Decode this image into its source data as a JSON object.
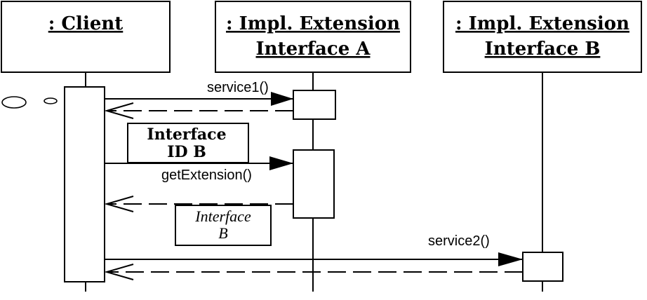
{
  "lifelines": [
    {
      "name": "client",
      "line1": ": Client",
      "line2": ""
    },
    {
      "name": "ext-a",
      "line1": ": Impl. Extension",
      "line2": "Interface A"
    },
    {
      "name": "ext-b",
      "line1": ": Impl. Extension",
      "line2": "Interface B"
    }
  ],
  "messages": {
    "service1": "service1()",
    "getExtension": "getExtension()",
    "service2": "service2()"
  },
  "notes": {
    "interface_id_line1": "Interface",
    "interface_id_line2": "ID B",
    "return_line1": "Interface",
    "return_line2": "B"
  }
}
